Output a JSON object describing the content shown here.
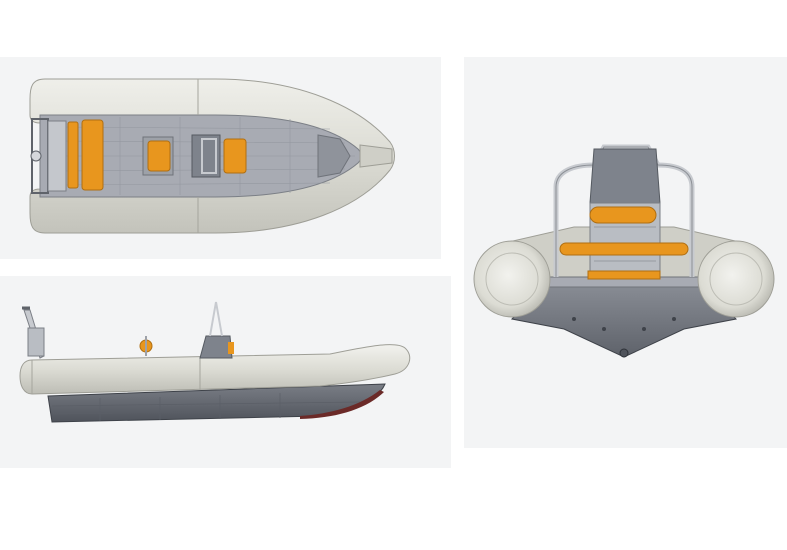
{
  "figure": {
    "views": [
      {
        "id": "top-view"
      },
      {
        "id": "side-view"
      },
      {
        "id": "front-view"
      }
    ]
  },
  "colors": {
    "background": "#ffffff",
    "panel": "#f3f4f5",
    "tube": "#dcdcd4",
    "tube_edge": "#9e9e96",
    "deck": "#a8abb3",
    "hull": "#62666e",
    "seat": "#e8961e",
    "console": "#7e838c",
    "frame": "#c7cacf",
    "keel": "#6b2a28"
  }
}
